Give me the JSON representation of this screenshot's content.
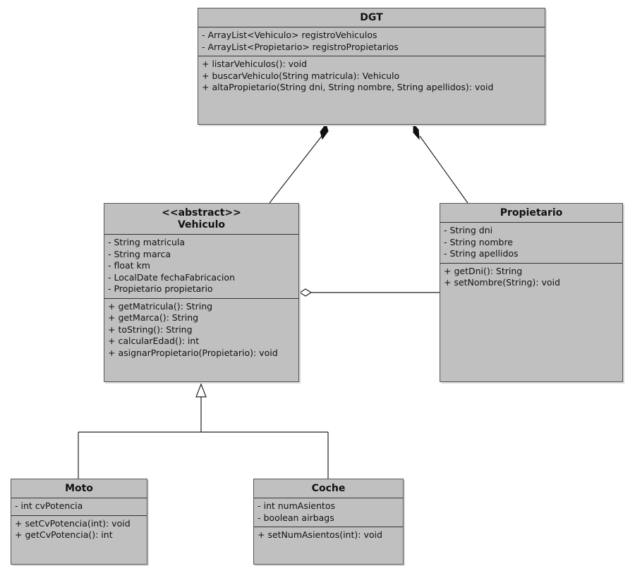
{
  "classes": {
    "dgt": {
      "name": "DGT",
      "attributes": [
        "- ArrayList<Vehiculo> registroVehiculos",
        "- ArrayList<Propietario> registroPropietarios"
      ],
      "methods": [
        "+ listarVehiculos(): void",
        "+ buscarVehiculo(String matricula): Vehiculo",
        "+ altaPropietario(String dni, String nombre, String apellidos): void"
      ]
    },
    "vehiculo": {
      "stereotype": "<<abstract>>",
      "name": "Vehiculo",
      "attributes": [
        "- String matricula",
        "- String marca",
        "- float km",
        "- LocalDate fechaFabricacion",
        "- Propietario propietario"
      ],
      "methods": [
        "+ getMatricula(): String",
        "+ getMarca(): String",
        "+ toString(): String",
        "+ calcularEdad(): int",
        "+ asignarPropietario(Propietario): void"
      ]
    },
    "propietario": {
      "name": "Propietario",
      "attributes": [
        "- String dni",
        "- String nombre",
        "- String apellidos"
      ],
      "methods": [
        "+ getDni(): String",
        "+ setNombre(String): void"
      ]
    },
    "moto": {
      "name": "Moto",
      "attributes": [
        "- int cvPotencia"
      ],
      "methods": [
        "+ setCvPotencia(int): void",
        "+ getCvPotencia(): int"
      ]
    },
    "coche": {
      "name": "Coche",
      "attributes": [
        "- int numAsientos",
        "- boolean airbags"
      ],
      "methods": [
        "+ setNumAsientos(int): void"
      ]
    }
  },
  "relationships": [
    {
      "type": "composition",
      "from": "DGT",
      "to": "Vehiculo"
    },
    {
      "type": "composition",
      "from": "DGT",
      "to": "Propietario"
    },
    {
      "type": "aggregation",
      "from": "Vehiculo",
      "to": "Propietario"
    },
    {
      "type": "generalization",
      "from": "Moto",
      "to": "Vehiculo"
    },
    {
      "type": "generalization",
      "from": "Coche",
      "to": "Vehiculo"
    }
  ]
}
